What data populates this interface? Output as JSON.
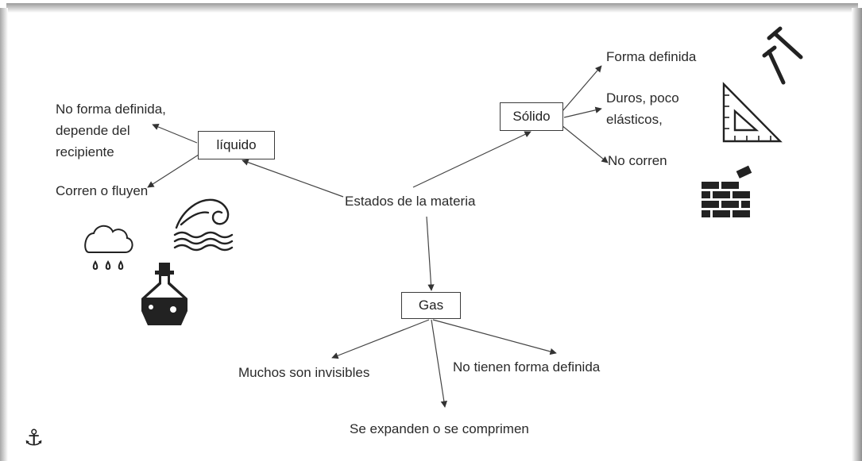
{
  "diagram": {
    "center": "Estados de la materia",
    "nodes": {
      "liquido": "líquido",
      "solido": "Sólido",
      "gas": "Gas"
    },
    "liquido_props": {
      "p1_line1": "No forma definida,",
      "p1_line2": "depende del",
      "p1_line3": "recipiente",
      "p2": "Corren o fluyen"
    },
    "solido_props": {
      "p1": "Forma definida",
      "p2_line1": "Duros, poco",
      "p2_line2": "elásticos,",
      "p3": "No corren"
    },
    "gas_props": {
      "p1": "Muchos son invisibles",
      "p2": "No tienen forma definida",
      "p3": "Se expanden o se comprimen"
    }
  },
  "icons": [
    "wave-icon",
    "rain-cloud-icon",
    "potion-bottle-icon",
    "nails-icon",
    "set-square-icon",
    "brick-wall-icon",
    "anchor-icon"
  ]
}
